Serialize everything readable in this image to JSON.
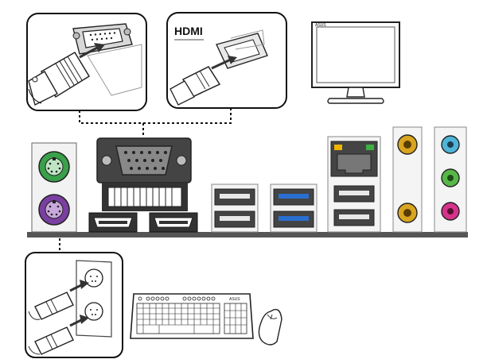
{
  "callouts": {
    "hdmi_logo_text": "HDMI",
    "monitor_brand": "ASUS",
    "keyboard_brand": "ASUS"
  },
  "icons": [
    "vga-connector-icon",
    "hdmi-connector-icon",
    "monitor-icon",
    "ps2-port-icon",
    "keyboard-icon",
    "mouse-icon",
    "usb2-port-icon",
    "usb3-port-icon",
    "lan-port-icon",
    "coaxial-spdif-icon",
    "audio-jack-icon"
  ],
  "colors": {
    "ps2_mouse": "#3aa04a",
    "ps2_keyboard": "#7a3fa0",
    "usb3_blue": "#2a6fd0",
    "audio_line_in": "#4fb4d8",
    "audio_line_out": "#56b847",
    "audio_mic": "#d6338a",
    "coaxial_gold": "#d9a521",
    "lan_led_orange": "#f2b400",
    "lan_led_green": "#3cb043"
  }
}
